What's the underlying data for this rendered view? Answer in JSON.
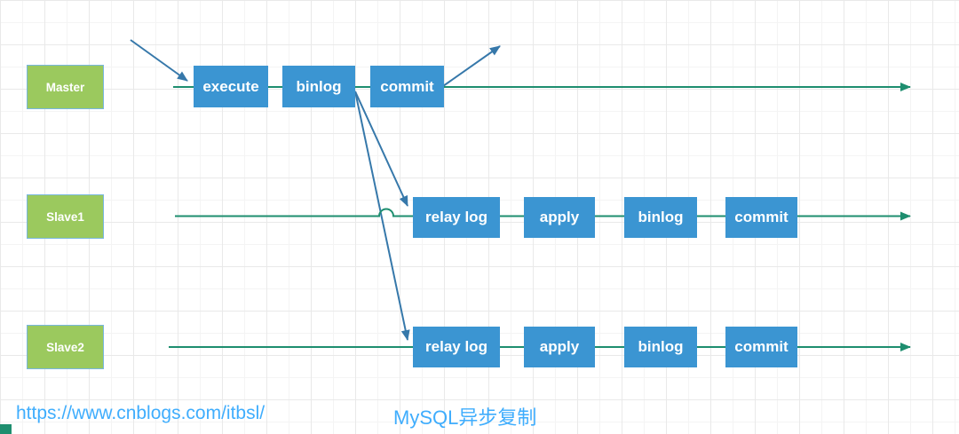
{
  "diagram": {
    "title": "MySQL异步复制",
    "source_url": "https://www.cnblogs.com/itbsl/",
    "lanes": [
      {
        "label": "Master",
        "steps": [
          "execute",
          "binlog",
          "commit"
        ]
      },
      {
        "label": "Slave1",
        "steps": [
          "relay log",
          "apply",
          "binlog",
          "commit"
        ]
      },
      {
        "label": "Slave2",
        "steps": [
          "relay log",
          "apply",
          "binlog",
          "commit"
        ]
      }
    ],
    "arrows": [
      "client-request-into-execute",
      "commit-response-out",
      "master-binlog-to-slave1-relaylog",
      "master-binlog-to-slave2-relaylog",
      "master-timeline",
      "slave1-timeline",
      "slave2-timeline"
    ]
  },
  "colors": {
    "background": "#ffffff",
    "grid_minor": "#f4f4f4",
    "grid_major": "#e9e9e9",
    "box_green": "#9bc95e",
    "box_green_border": "#78b7de",
    "box_blue": "#3b95d2",
    "box_text": "#ffffff",
    "timeline_green": "#1e8e6f",
    "arrow_blue": "#3678aa",
    "footer_text": "#3fadfd"
  }
}
